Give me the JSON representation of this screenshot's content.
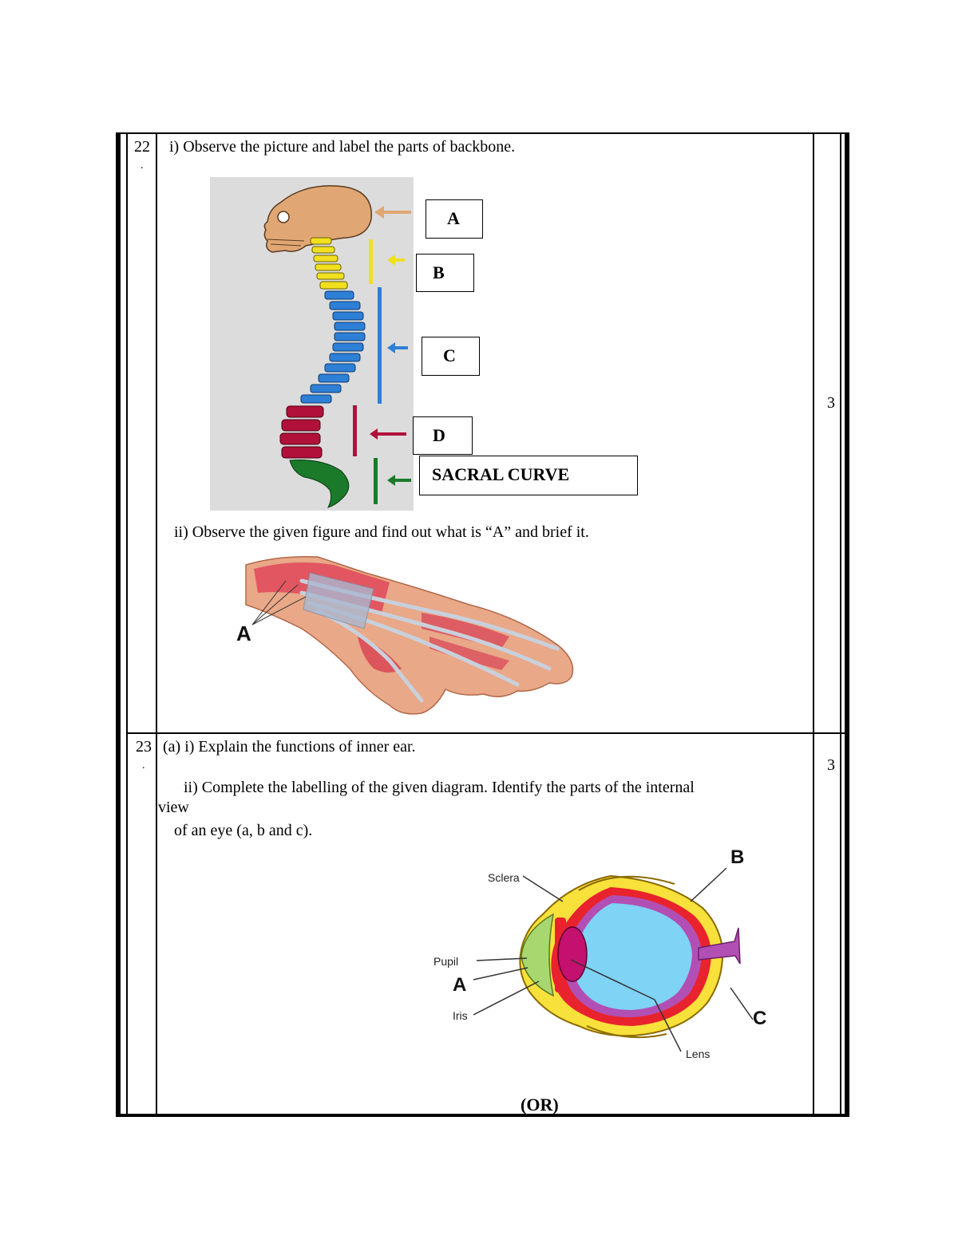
{
  "q22": {
    "number": "22",
    "dot": ".",
    "part_i": "i) Observe the picture and label the parts of backbone.",
    "labels": {
      "a": "A",
      "b": "B",
      "c": "C",
      "d": "D",
      "e": "SACRAL CURVE"
    },
    "part_ii": "ii) Observe the given figure and find out what is “A”  and brief it.",
    "hand_label": "A",
    "marks": "3"
  },
  "q23": {
    "number": "23",
    "dot": ".",
    "part_a": "(a) i) Explain the functions of inner ear.",
    "part_ii_line1": "ii) Complete the labelling of the given diagram. Identify the parts of the internal",
    "part_ii_line2": "view",
    "part_ii_line3": "of an eye (a, b and c).",
    "marks": "3",
    "eye_labels": {
      "sclera": "Sclera",
      "pupil": "Pupil",
      "a": "A",
      "iris": "Iris",
      "b": "B",
      "c": "C",
      "lens": "Lens"
    },
    "or": "(OR)"
  },
  "colors": {
    "skull": "#e0a774",
    "cervical": "#f0e020",
    "thoracic": "#2e7fd6",
    "lumbar": "#b0103a",
    "sacral": "#1a7a2a",
    "panel_bg": "#dcdcdc",
    "eye_blue": "#7fd3f5",
    "eye_purple": "#b24fb4",
    "eye_red": "#e8232d",
    "eye_yellow": "#f7e13a",
    "lens": "#c4106e",
    "cornea": "#a8d770"
  }
}
